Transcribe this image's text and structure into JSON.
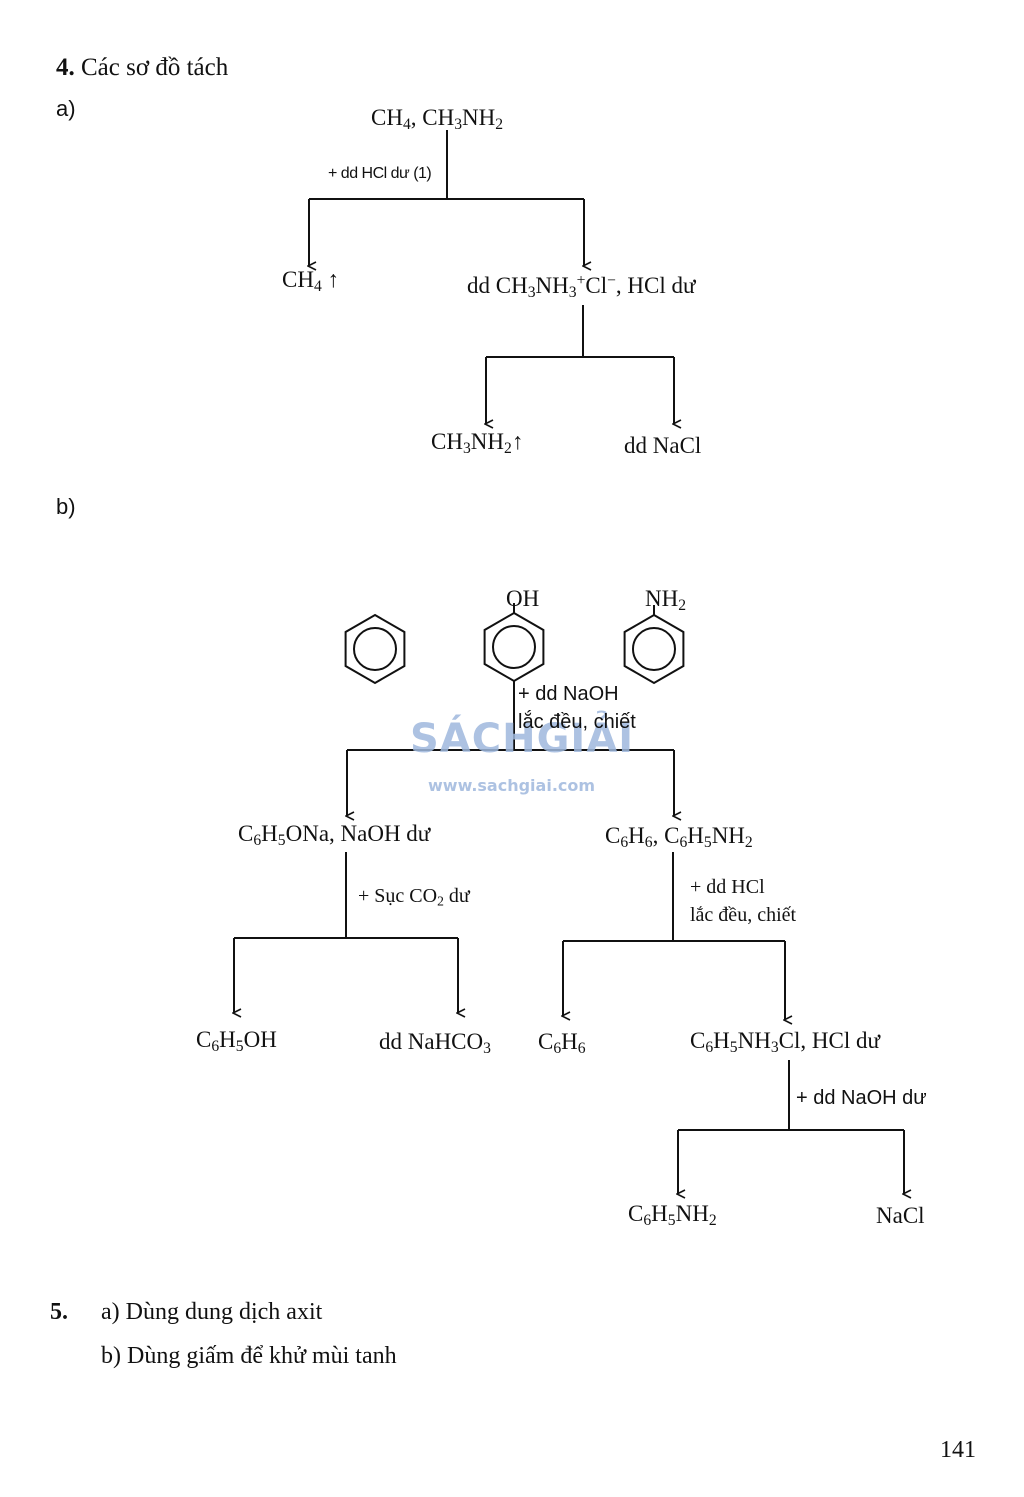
{
  "section4": {
    "number": "4.",
    "title": "Các sơ đồ tách",
    "part_a": {
      "label": "a)",
      "start": [
        "CH",
        "4",
        ", CH",
        "3",
        "NH",
        "2"
      ],
      "reagent1": "+ dd HCl dư (1)",
      "gas_out": [
        "CH",
        "4",
        " ↑"
      ],
      "solution": {
        "prefix": "dd CH",
        "s1": "3",
        "mid": "NH",
        "s2": "3",
        "sup1": "+",
        "cl": "Cl",
        "sup2": "−",
        "suffix": ", HCl dư"
      },
      "product_left": [
        "CH",
        "3",
        "NH",
        "2",
        "↑"
      ],
      "product_right": "dd NaCl"
    },
    "part_b": {
      "label": "b)",
      "molecules": [
        {
          "name": "benzene",
          "substituent": ""
        },
        {
          "name": "phenol",
          "substituent": "OH"
        },
        {
          "name": "aniline",
          "substituent": "NH",
          "substituent_sub": "2"
        }
      ],
      "reagent1_line1": "+ dd NaOH",
      "reagent1_line2": "lắc đều, chiết",
      "left_branch": [
        "C",
        "6",
        "H",
        "5",
        "ONa, NaOH dư"
      ],
      "right_branch": [
        "C",
        "6",
        "H",
        "6",
        ", C",
        "6",
        "H",
        "5",
        "NH",
        "2"
      ],
      "reagent_left": [
        "+ Sục CO",
        "2",
        " dư"
      ],
      "reagent_right_line1": "+ dd HCl",
      "reagent_right_line2": "lắc đều, chiết",
      "left_products": [
        [
          "C",
          "6",
          "H",
          "5",
          "OH"
        ],
        [
          "dd NaHCO",
          "3"
        ]
      ],
      "right_products": [
        [
          "C",
          "6",
          "H",
          "6"
        ],
        [
          "C",
          "6",
          "H",
          "5",
          "NH",
          "3",
          "Cl, HCl dư"
        ]
      ],
      "reagent_final": "+ dd NaOH dư",
      "final_products": [
        [
          "C",
          "6",
          "H",
          "5",
          "NH",
          "2"
        ],
        "NaCl"
      ]
    }
  },
  "section5": {
    "number": "5.",
    "a": "a) Dùng dung dịch axit",
    "b": "b) Dùng giấm để khử mùi tanh"
  },
  "watermark": {
    "logo": "SÁCHGIẢI",
    "url": "www.sachgiai.com"
  },
  "page_number": "141"
}
